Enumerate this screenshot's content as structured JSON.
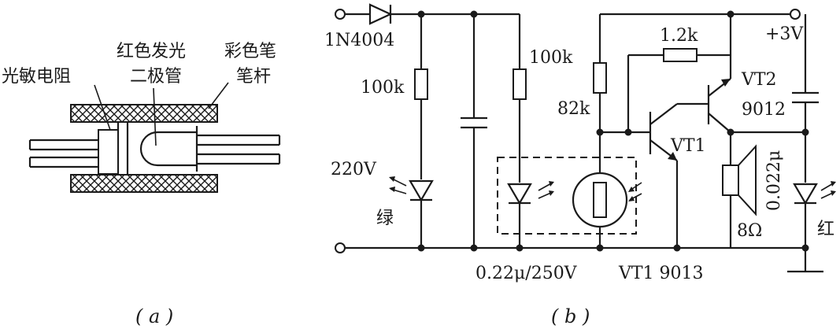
{
  "panel_a": {
    "label_photoresistor": "光敏电阻",
    "label_red_led_line1": "红色发光",
    "label_red_led_line2": "二极管",
    "label_color_pen_line1": "彩色笔",
    "label_color_pen_line2": "笔杆",
    "caption": "( a )"
  },
  "panel_b": {
    "label_diode": "1N4004",
    "label_r1": "100k",
    "label_r2": "100k",
    "label_voltage_in": "220V",
    "label_green": "绿",
    "label_capacitor": "0.22μ/250V",
    "label_r3": "1.2k",
    "label_r4": "82k",
    "label_supply": "+3V",
    "label_vt2": "VT2",
    "label_vt2_type": "9012",
    "label_vt1": "VT1",
    "label_vt1_type": "VT1  9013",
    "label_cap2": "0.022μ",
    "label_speaker": "8Ω",
    "label_red": "红",
    "caption": "( b )"
  }
}
